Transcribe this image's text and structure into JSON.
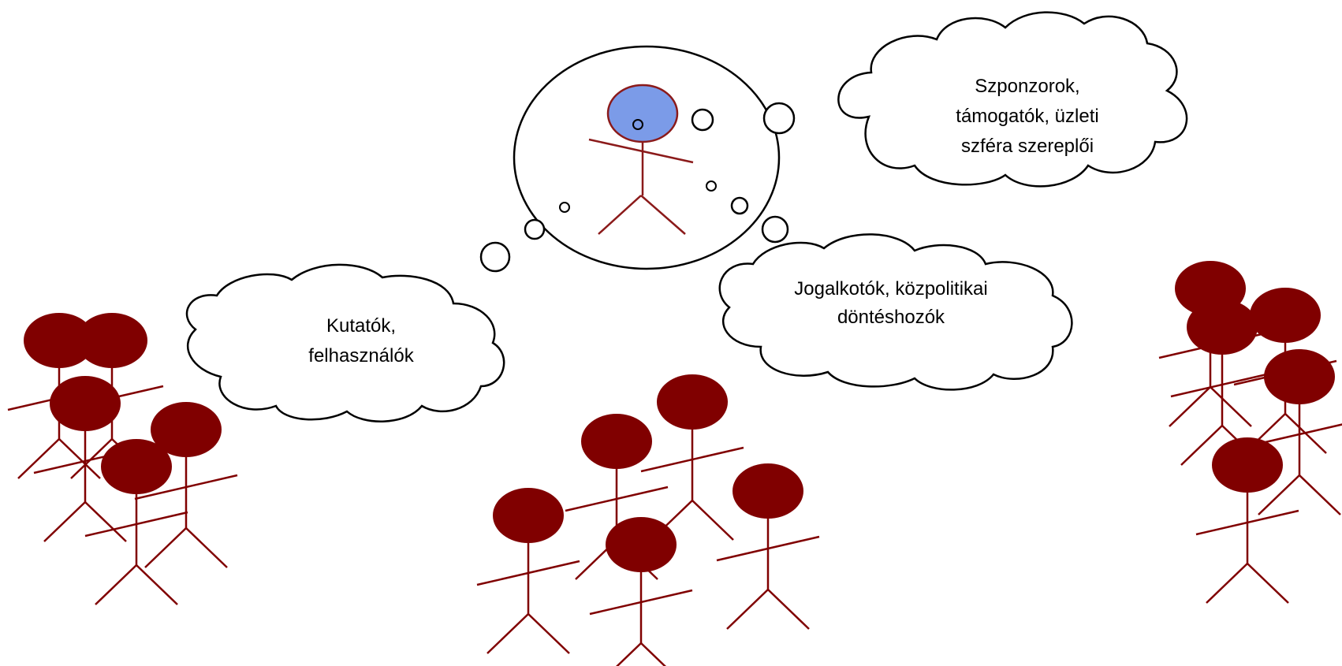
{
  "labels": {
    "researchers": [
      "Kutatók,",
      "felhasználók"
    ],
    "sponsors": [
      "Szponzorok,",
      "támogatók, üzleti",
      "szféra szereplői"
    ],
    "lawmakers": [
      "Jogalkotók, közpolitikai",
      "döntéshozók"
    ]
  },
  "colors": {
    "figure": "#800000",
    "central_head": "#7b9be8",
    "central_outline": "#8b1a1a",
    "outline": "#000000"
  }
}
